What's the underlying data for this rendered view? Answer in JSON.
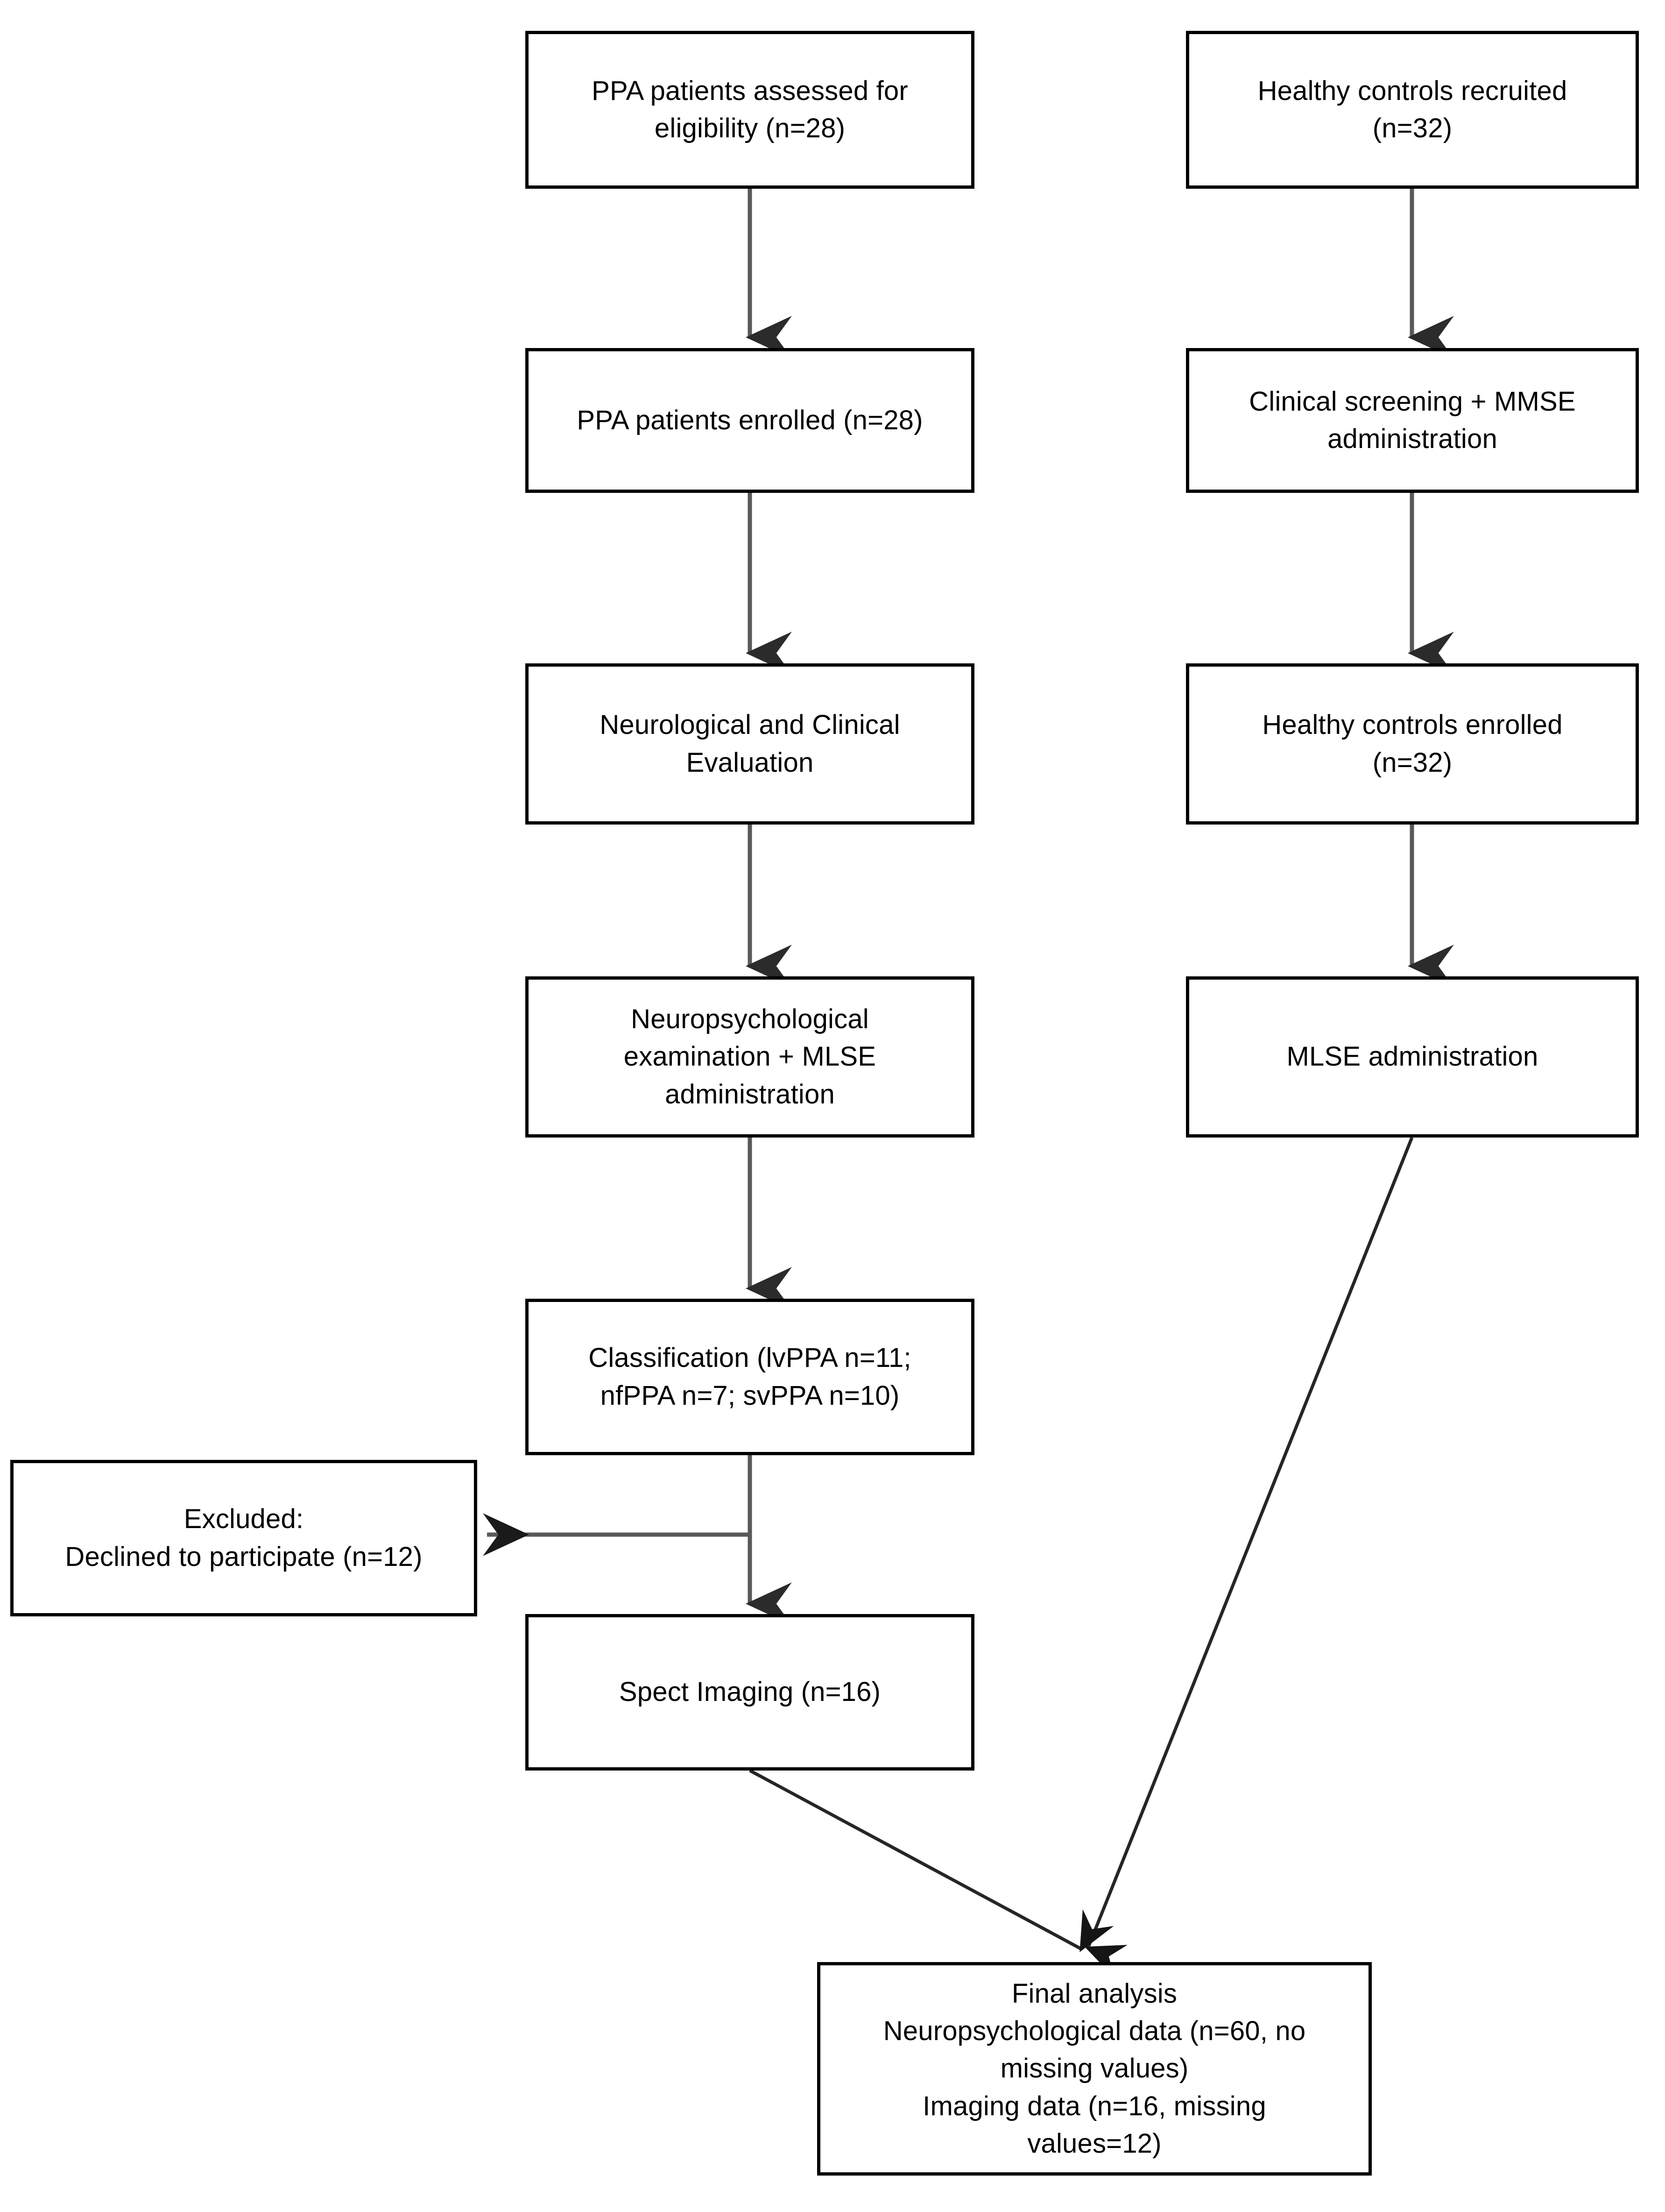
{
  "diagram": {
    "type": "participant-flow-chart",
    "background_color": "#ffffff",
    "box_border_color": "#000000",
    "arrow_color_vertical": "#595959",
    "arrow_color_diagonal": "#262626",
    "text_color": "#000000",
    "columns": [
      {
        "name": "ppa-patients-column"
      },
      {
        "name": "healthy-controls-column"
      }
    ],
    "nodes": {
      "ppa_assessed": "PPA patients assessed for\neligibility (n=28)",
      "ppa_enrolled": "PPA patients enrolled (n=28)",
      "neuro_clinical_eval": "Neurological and Clinical\nEvaluation",
      "neuropsych_mlse": "Neuropsychological\nexamination + MLSE\nadministration",
      "classification": "Classification (lvPPA n=11;\nnfPPA n=7; svPPA n=10)",
      "spect_imaging": "Spect Imaging (n=16)",
      "excluded": "Excluded:\nDeclined to participate (n=12)",
      "hc_recruited": "Healthy controls recruited\n(n=32)",
      "hc_screening": "Clinical screening + MMSE\nadministration",
      "hc_enrolled": "Healthy controls enrolled\n(n=32)",
      "hc_mlse": "MLSE administration",
      "final_analysis": "Final analysis\nNeuropsychological data (n=60, no\nmissing values)\nImaging data (n=16, missing\nvalues=12)"
    },
    "edges": [
      {
        "name": "edge-ppa-assessed-to-enrolled",
        "from": "ppa_assessed",
        "to": "ppa_enrolled",
        "style": "vertical-arrow"
      },
      {
        "name": "edge-ppa-enrolled-to-eval",
        "from": "ppa_enrolled",
        "to": "neuro_clinical_eval",
        "style": "vertical-arrow"
      },
      {
        "name": "edge-eval-to-neuropsych",
        "from": "neuro_clinical_eval",
        "to": "neuropsych_mlse",
        "style": "vertical-arrow"
      },
      {
        "name": "edge-neuropsych-to-classification",
        "from": "neuropsych_mlse",
        "to": "classification",
        "style": "vertical-arrow"
      },
      {
        "name": "edge-classification-to-excluded",
        "from": "classification",
        "to": "excluded",
        "style": "horizontal-arrow-left"
      },
      {
        "name": "edge-classification-to-spect",
        "from": "classification",
        "to": "spect_imaging",
        "style": "vertical-arrow"
      },
      {
        "name": "edge-spect-to-final",
        "from": "spect_imaging",
        "to": "final_analysis",
        "style": "diagonal-arrow"
      },
      {
        "name": "edge-hc-recruited-to-screening",
        "from": "hc_recruited",
        "to": "hc_screening",
        "style": "vertical-arrow"
      },
      {
        "name": "edge-hc-screening-to-enrolled",
        "from": "hc_screening",
        "to": "hc_enrolled",
        "style": "vertical-arrow"
      },
      {
        "name": "edge-hc-enrolled-to-mlse",
        "from": "hc_enrolled",
        "to": "hc_mlse",
        "style": "vertical-arrow"
      },
      {
        "name": "edge-hc-mlse-to-final",
        "from": "hc_mlse",
        "to": "final_analysis",
        "style": "diagonal-arrow"
      }
    ]
  }
}
